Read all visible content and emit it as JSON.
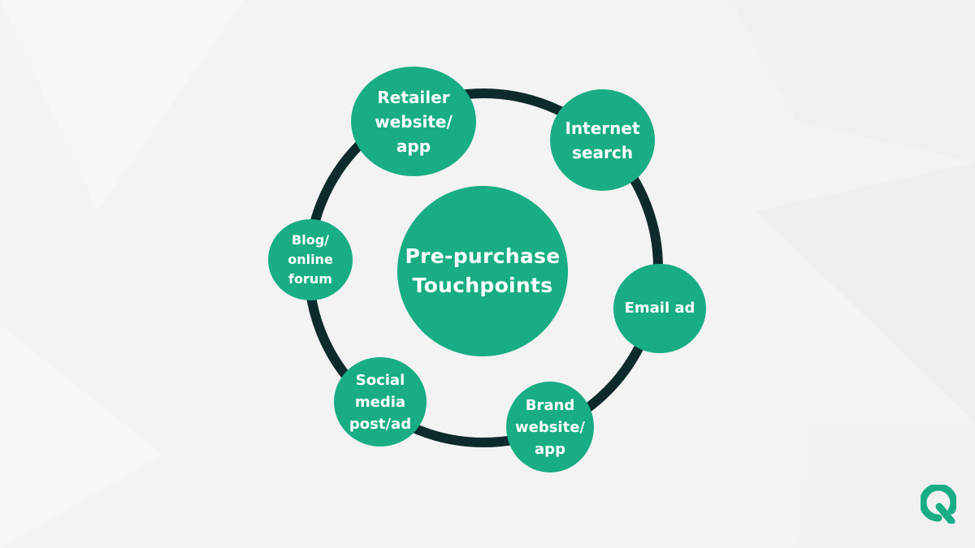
{
  "colors": {
    "node_fill": "#19ad84",
    "ring_stroke": "#0e2b2b",
    "text": "#ffffff",
    "background": "#f3f3f3"
  },
  "diagram": {
    "center": "Pre-purchase\nTouchpoints",
    "nodes": {
      "retailer": "Retailer\nwebsite/\napp",
      "internet": "Internet\nsearch",
      "email": "Email ad",
      "brand": "Brand\nwebsite/\napp",
      "social": "Social\nmedia\npost/ad",
      "blog": "Blog/\nonline\nforum"
    }
  },
  "logo": {
    "icon": "q-logo-icon",
    "letter": "Q"
  }
}
